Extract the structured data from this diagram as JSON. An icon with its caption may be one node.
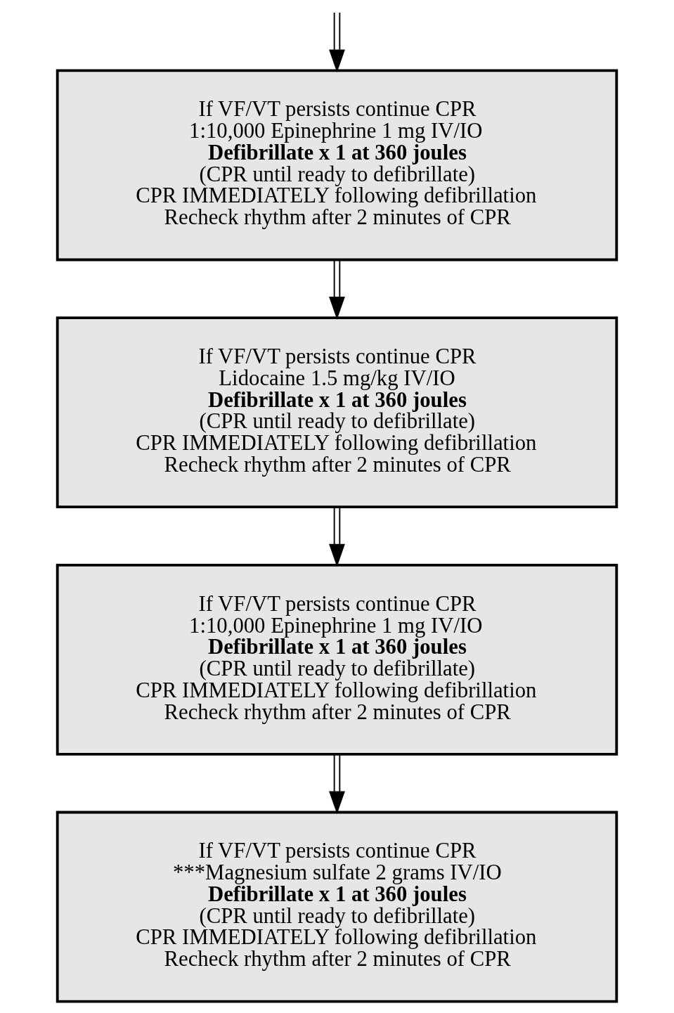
{
  "diagram": {
    "nodes": [
      {
        "text": [
          "If VF/VT persists continue CPR",
          "1:10,000 Epinephrine 1 mg IV/IO",
          "Defibrillate x 1 at 360 joules",
          "(CPR until ready to defibrillate)",
          "CPR IMMEDIATELY following defibrillation",
          "Recheck rhythm after 2 minutes of CPR"
        ]
      },
      {
        "text": [
          "If VF/VT persists continue CPR",
          "Lidocaine 1.5 mg/kg IV/IO",
          "Defibrillate x 1 at 360 joules",
          "(CPR until ready to defibrillate)",
          "CPR IMMEDIATELY following defibrillation",
          "Recheck rhythm after 2 minutes of CPR"
        ]
      },
      {
        "text": [
          "If VF/VT persists continue CPR",
          "1:10,000 Epinephrine 1 mg IV/IO",
          "Defibrillate x 1 at 360 joules",
          "(CPR until ready to defibrillate)",
          "CPR IMMEDIATELY following defibrillation",
          "Recheck rhythm after 2 minutes of CPR"
        ]
      },
      {
        "text": [
          "If VF/VT persists continue CPR",
          "***Magnesium sulfate 2 grams IV/IO",
          "Defibrillate x 1 at 360 joules",
          "(CPR until ready to defibrillate)",
          "CPR IMMEDIATELY following defibrillation",
          "Recheck rhythm after 2 minutes of CPR"
        ]
      }
    ],
    "edges": [
      {
        "from": null,
        "to": 0,
        "arrow": "to"
      },
      {
        "from": 0,
        "to": 1,
        "arrow": "to"
      },
      {
        "from": 1,
        "to": 2,
        "arrow": "to"
      },
      {
        "from": 2,
        "to": 3,
        "arrow": "to"
      }
    ]
  }
}
